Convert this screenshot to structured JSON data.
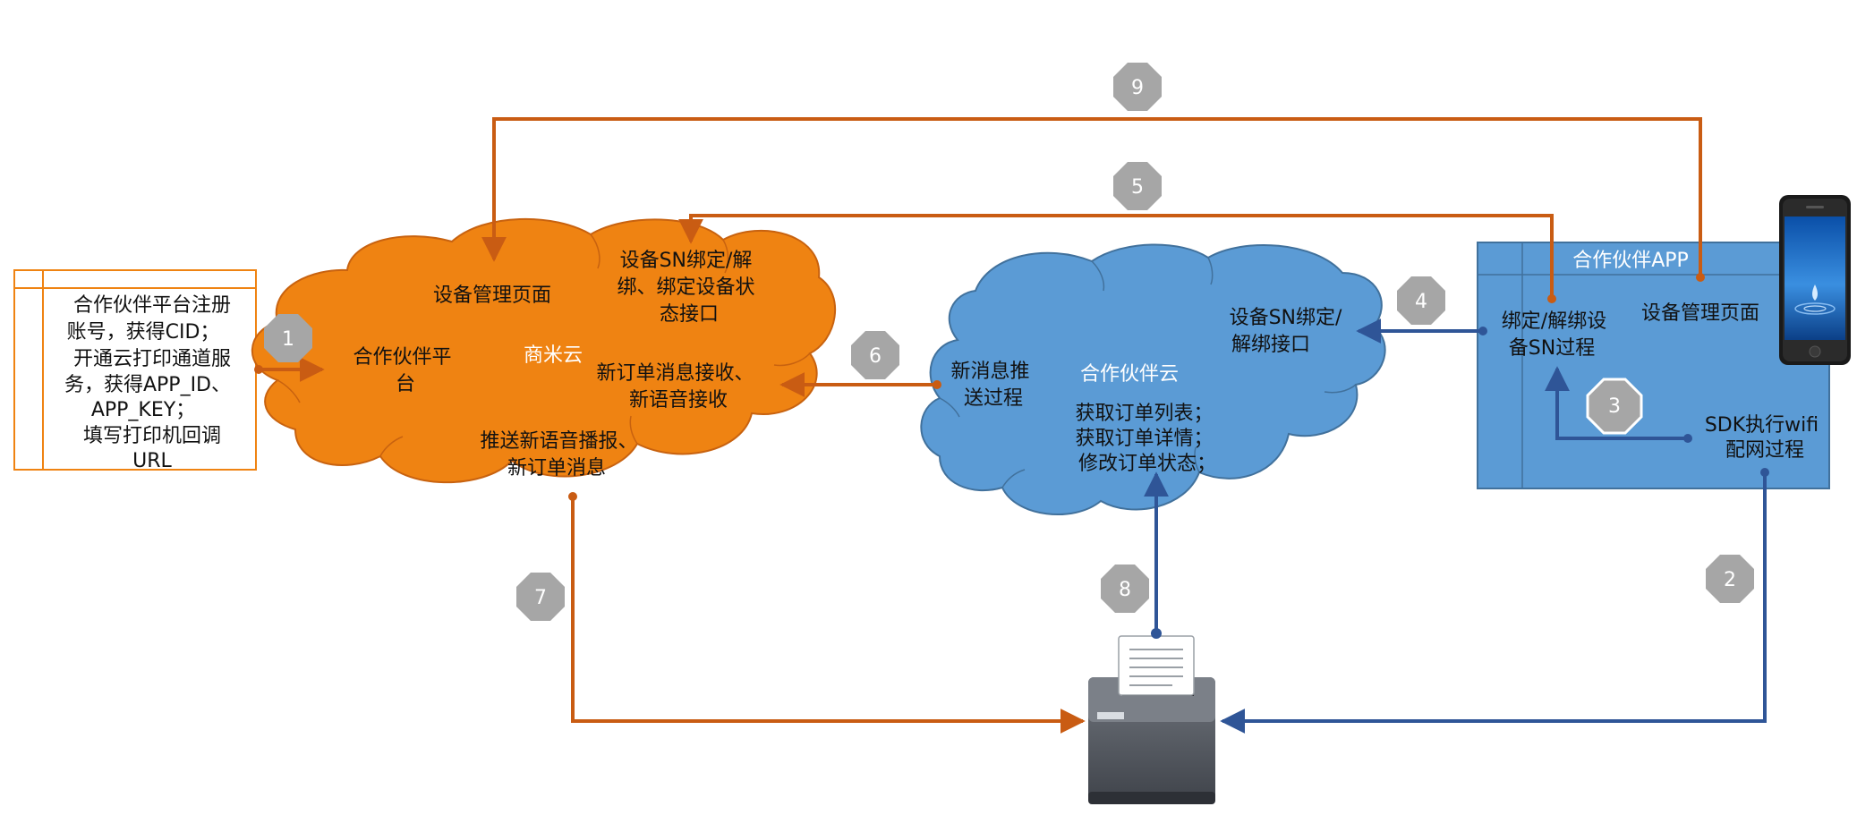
{
  "colors": {
    "orange": "#ef8312",
    "orange_line": "#c95c13",
    "blue_cloud": "#5b9bd5",
    "blue_line": "#2f5597",
    "badge": "#a6a6a6"
  },
  "register_box": {
    "lines": [
      "合作伙伴平台注册",
      "账号，获得CID；",
      "开通云打印通道服",
      "务，获得APP_ID、",
      "APP_KEY；",
      "填写打印机回调",
      "URL"
    ]
  },
  "sunmi_cloud": {
    "device_mgmt_page": "设备管理页面",
    "partner_platform": [
      "合作伙伴平",
      "台"
    ],
    "title": "商米云",
    "sn_bind_api": [
      "设备SN绑定/解",
      "绑、绑定设备状",
      "态接口"
    ],
    "new_order_receive": [
      "新订单消息接收、",
      "新语音接收"
    ],
    "push_voice": [
      "推送新语音播报、",
      "新订单消息"
    ]
  },
  "partner_cloud": {
    "title": "合作伙伴云",
    "push_process": [
      "新消息推",
      "送过程"
    ],
    "sn_bind_api": [
      "设备SN绑定/",
      "解绑接口"
    ],
    "order_ops": [
      "获取订单列表；",
      "获取订单详情；",
      "修改订单状态；"
    ]
  },
  "partner_app": {
    "title": "合作伙伴APP",
    "bind_process": [
      "绑定/解绑设",
      "备SN过程"
    ],
    "device_mgmt_page": "设备管理页面",
    "sdk_wifi": [
      "SDK执行wifi",
      "配网过程"
    ]
  },
  "steps": [
    "1",
    "2",
    "3",
    "4",
    "5",
    "6",
    "7",
    "8",
    "9"
  ],
  "icons": [
    "smartphone-icon",
    "printer-icon"
  ]
}
